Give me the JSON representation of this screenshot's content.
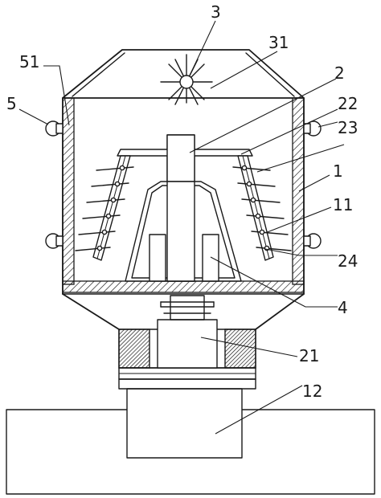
{
  "labels": {
    "n3": "3",
    "n31": "31",
    "n2": "2",
    "n51": "51",
    "n22": "22",
    "n5": "5",
    "n23": "23",
    "n1": "1",
    "n11": "11",
    "n24": "24",
    "n4": "4",
    "n21": "21",
    "n12": "12"
  },
  "colors": {
    "ink": "#1a1a1a",
    "background": "#ffffff"
  }
}
